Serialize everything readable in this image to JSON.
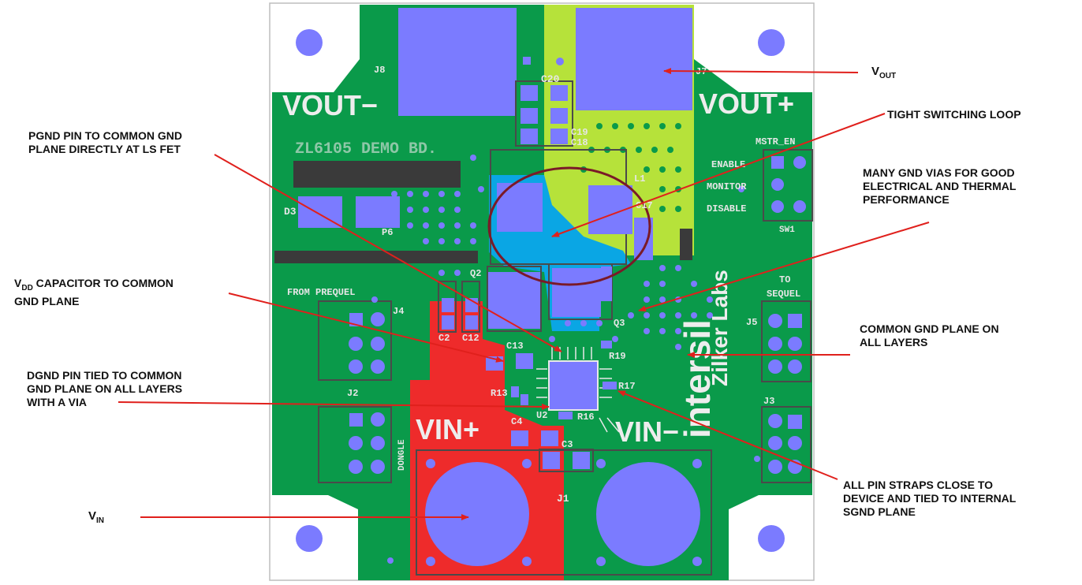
{
  "board": {
    "title_silk": "ZL6105 DEMO BD.",
    "vout_minus": "VOUT−",
    "vout_plus": "VOUT+",
    "vin_plus": "VIN+",
    "vin_minus": "VIN−",
    "brand_logo": "Zilker Labs",
    "brand_logo2": "intersil",
    "labels": {
      "j8": "J8",
      "j7": "J7",
      "c20": "C20",
      "c19": "C19",
      "c18": "C18",
      "l1": "L1",
      "c17": "C17",
      "d3": "D3",
      "p6": "P6",
      "q2": "Q2",
      "q3": "Q3",
      "c2": "C2",
      "c12": "C12",
      "c13": "C13",
      "r19": "R19",
      "r17": "R17",
      "r13": "R13",
      "u2": "U2",
      "r16": "R16",
      "c4": "C4",
      "c3": "C3",
      "j1": "J1",
      "j4": "J4",
      "j2": "J2",
      "j5": "J5",
      "j3": "J3",
      "sw1": "SW1",
      "mstr_en": "MSTR_EN",
      "enable": "ENABLE",
      "monitor": "MONITOR",
      "disable": "DISABLE",
      "from_prequel": "FROM  PREQUEL",
      "to": "TO",
      "sequel": "SEQUEL",
      "dongle": "DONGLE"
    },
    "colors": {
      "board": "#0a9a4a",
      "pad": "#7b7bff",
      "vin_plane": "#ee2b2b",
      "sw_node": "#0aa6e4",
      "vout_plane": "#b6e23a",
      "arrow": "#e0201c"
    }
  },
  "callouts": {
    "vout": {
      "main": "V",
      "sub": "OUT"
    },
    "tight_loop": "TIGHT SWITCHING LOOP",
    "pgnd": "PGND PIN TO COMMON GND\nPLANE DIRECTLY AT LS FET",
    "many_vias": "MANY GND VIAS FOR GOOD\nELECTRICAL AND THERMAL\nPERFORMANCE",
    "vdd_cap": {
      "v": "V",
      "sub": "DD",
      "rest": " CAPACITOR TO COMMON",
      "line2": "GND PLANE"
    },
    "common_gnd": "COMMON GND PLANE ON\nALL LAYERS",
    "dgnd": "DGND PIN TIED TO COMMON\nGND PLANE ON ALL LAYERS\nWITH A VIA",
    "pin_straps": "ALL PIN STRAPS CLOSE TO\nDEVICE AND TIED TO INTERNAL\nSGND PLANE",
    "vin": {
      "main": "V",
      "sub": "IN"
    }
  }
}
